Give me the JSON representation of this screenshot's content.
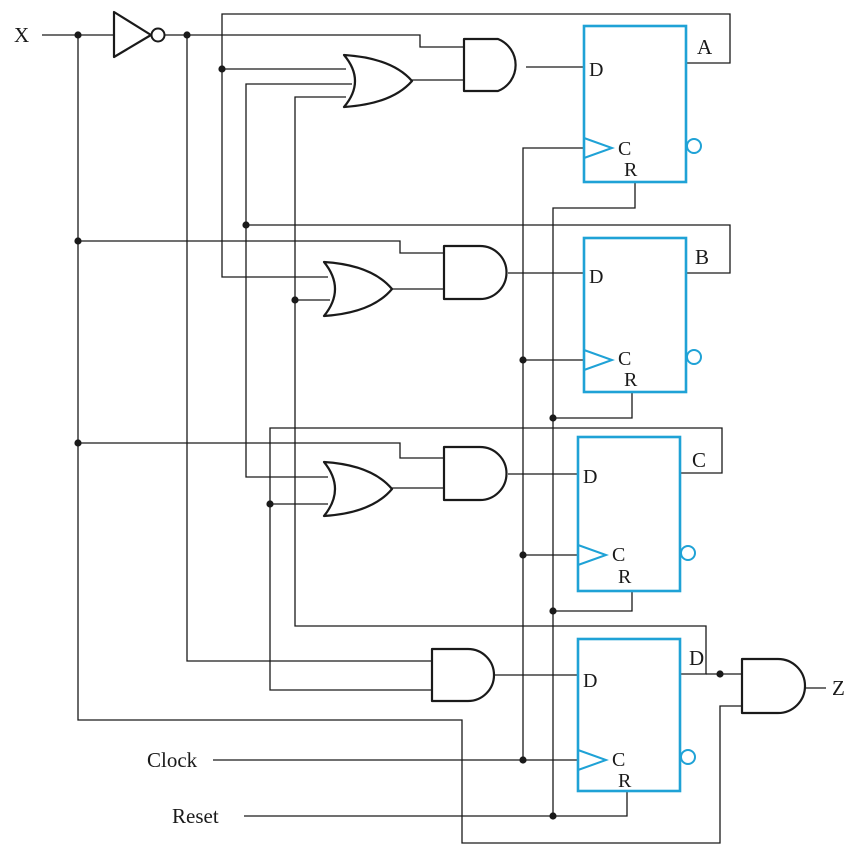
{
  "inputs": {
    "x": "X",
    "clock": "Clock",
    "reset": "Reset"
  },
  "output": {
    "z": "Z"
  },
  "flipflops": [
    {
      "name": "A",
      "d_pin": "D",
      "clk_pin": "C",
      "reset_pin": "R"
    },
    {
      "name": "B",
      "d_pin": "D",
      "clk_pin": "C",
      "reset_pin": "R"
    },
    {
      "name": "C",
      "d_pin": "D",
      "clk_pin": "C",
      "reset_pin": "R"
    },
    {
      "name": "D",
      "d_pin": "D",
      "clk_pin": "C",
      "reset_pin": "R"
    }
  ],
  "colors": {
    "flipflop": "#1fa2d6",
    "wire": "#1a1a1a"
  }
}
